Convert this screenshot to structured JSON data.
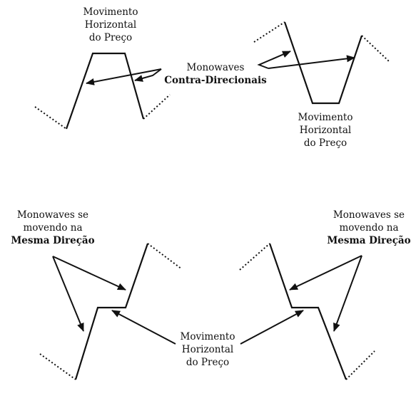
{
  "colors": {
    "stroke": "#111111",
    "background": "#ffffff"
  },
  "labels": {
    "top_left_horizontal": [
      "Movimento",
      "Horizontal",
      "do Preço"
    ],
    "top_center_monowaves": "Monowaves",
    "top_center_contra": "Contra-Direcionais",
    "top_right_horizontal": [
      "Movimento",
      "Horizontal",
      "do Preço"
    ],
    "bottom_left_same": [
      "Monowaves se",
      "movendo na"
    ],
    "bottom_left_same_bold": "Mesma Direção",
    "bottom_right_same": [
      "Monowaves se",
      "movendo na"
    ],
    "bottom_right_same_bold": "Mesma Direção",
    "bottom_center_horizontal": [
      "Movimento",
      "Horizontal",
      "do Preço"
    ]
  }
}
